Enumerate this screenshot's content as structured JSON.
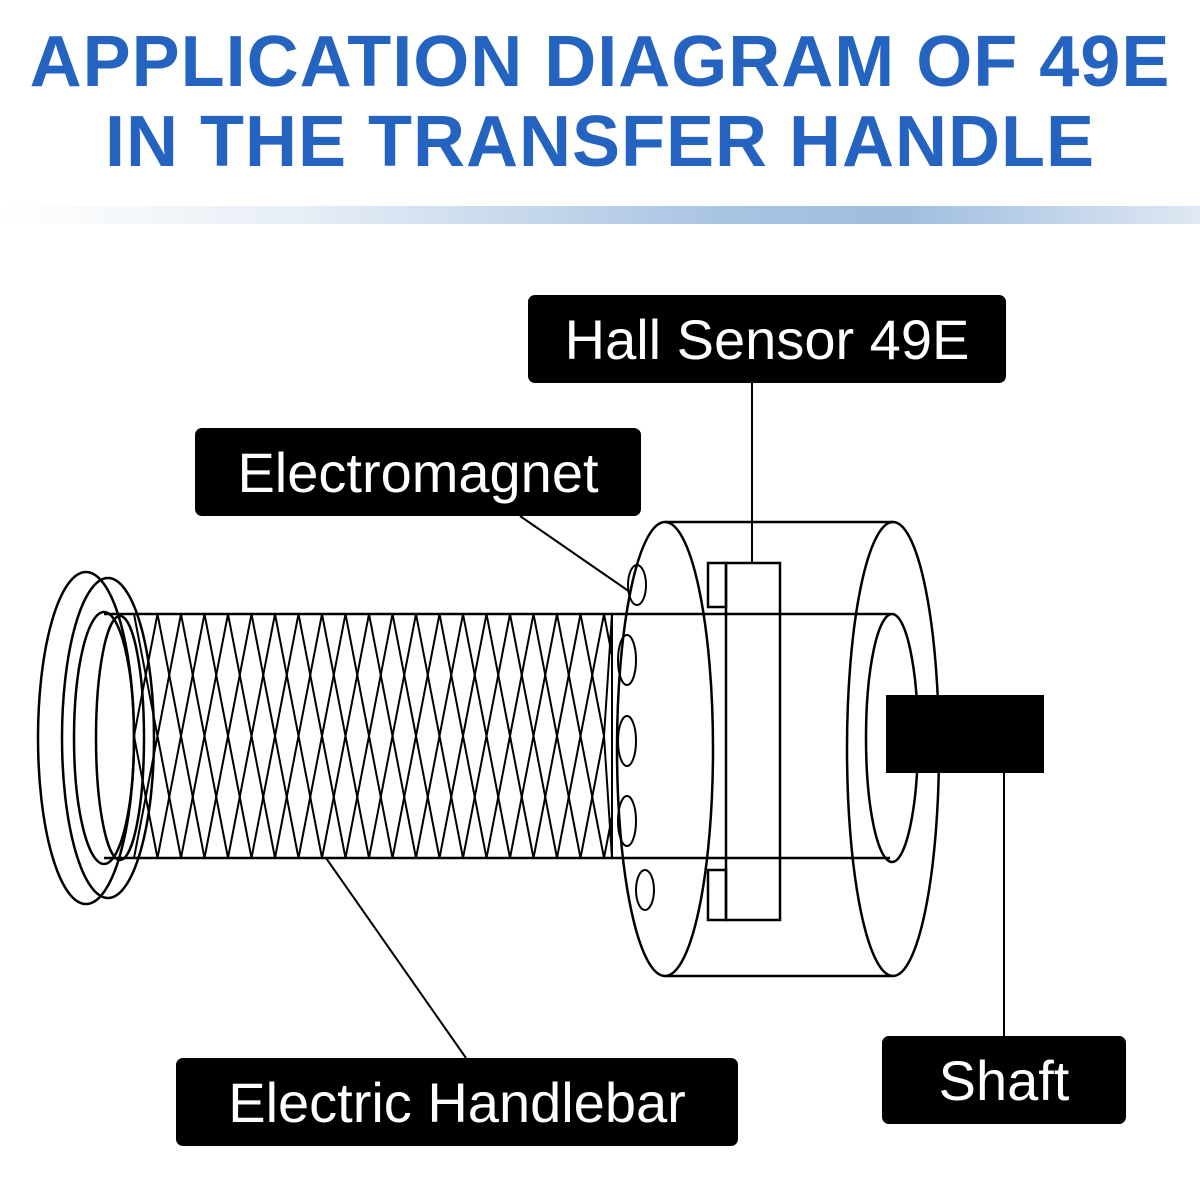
{
  "title": {
    "line1": "APPLICATION DIAGRAM OF 49E",
    "line2": "IN THE TRANSFER HANDLE"
  },
  "labels": {
    "hall_sensor": "Hall Sensor 49E",
    "electromagnet": "Electromagnet",
    "handlebar": "Electric Handlebar",
    "shaft": "Shaft"
  },
  "colors": {
    "title": "#2563c0",
    "label_bg": "#000000",
    "label_text": "#ffffff",
    "line": "#000000"
  }
}
